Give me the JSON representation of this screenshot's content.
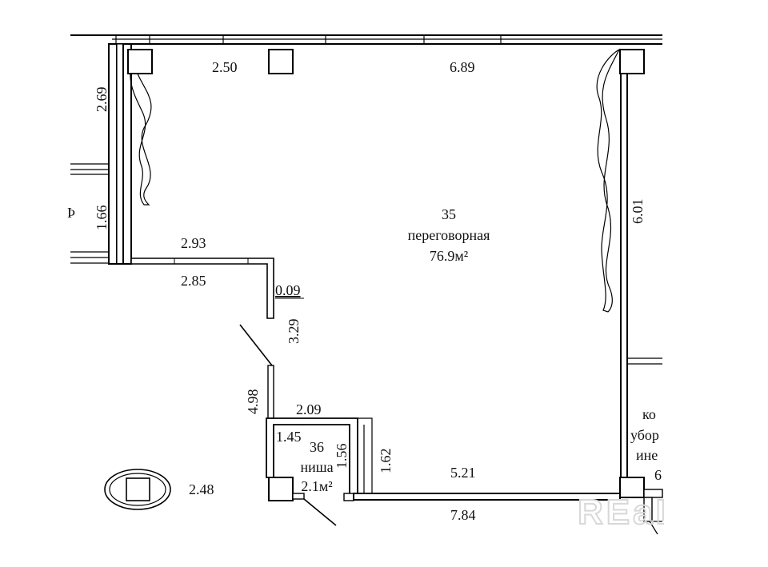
{
  "rooms": [
    {
      "number": "35",
      "name": "переговорная",
      "area": "76.9м²"
    },
    {
      "number": "36",
      "name": "ниша",
      "area": "2.1м²"
    }
  ],
  "adjacent_room_partial": {
    "line1": "ко",
    "line2": "убор",
    "line3": "ине",
    "line4": "6"
  },
  "left_cut_label": "Ϸ",
  "dimensions": {
    "top_left": "2.50",
    "top_right": "6.89",
    "left_upper": "2.69",
    "left_lower": "1.66",
    "ledge_top": "2.93",
    "ledge_bottom": "2.85",
    "ledge_end": "0.09",
    "diag_wall": "3.29",
    "lower_left_wall": "4.98",
    "niche_top": "2.09",
    "niche_left": "1.45",
    "niche_right": "1.56",
    "step": "1.62",
    "bottom_inner": "5.21",
    "bottom_outer": "7.84",
    "right_wall": "6.01",
    "island": "2.48"
  },
  "watermark": "REaLT"
}
